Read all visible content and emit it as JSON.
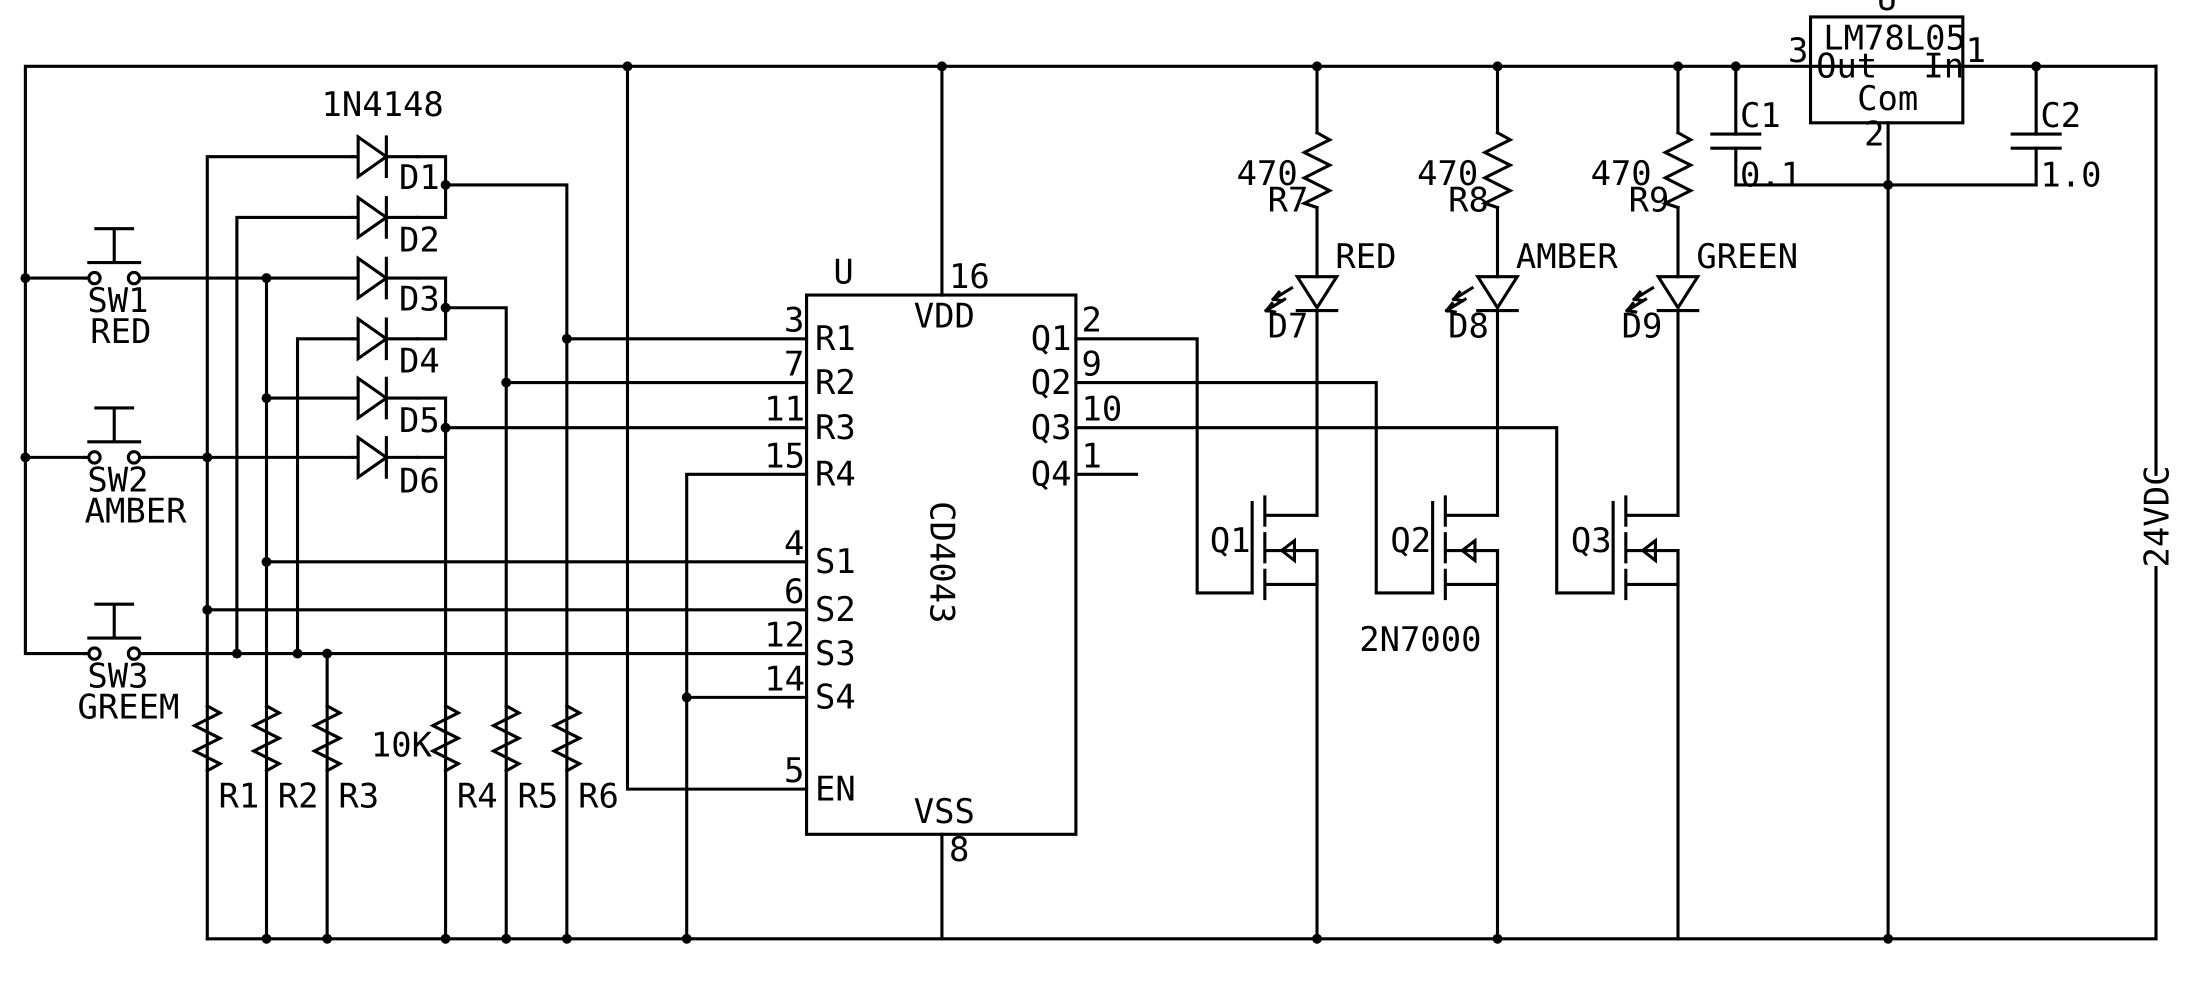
{
  "colors": {
    "ink": "#000000",
    "background": "#ffffff"
  },
  "ic": {
    "name": "CD4043",
    "ref": "U",
    "pins": {
      "vdd": {
        "label": "VDD",
        "num": "16"
      },
      "vss": {
        "label": "VSS",
        "num": "8"
      },
      "r1": {
        "label": "R1",
        "num": "3"
      },
      "r2": {
        "label": "R2",
        "num": "7"
      },
      "r3": {
        "label": "R3",
        "num": "11"
      },
      "r4": {
        "label": "R4",
        "num": "15"
      },
      "s1": {
        "label": "S1",
        "num": "4"
      },
      "s2": {
        "label": "S2",
        "num": "6"
      },
      "s3": {
        "label": "S3",
        "num": "12"
      },
      "s4": {
        "label": "S4",
        "num": "14"
      },
      "en": {
        "label": "EN",
        "num": "5"
      },
      "q1": {
        "label": "Q1",
        "num": "2"
      },
      "q2": {
        "label": "Q2",
        "num": "9"
      },
      "q3": {
        "label": "Q3",
        "num": "10"
      },
      "q4": {
        "label": "Q4",
        "num": "1"
      }
    }
  },
  "regulator": {
    "name": "LM78L05",
    "ref": "U",
    "out_label": "Out",
    "in_label": "In",
    "com_label": "Com",
    "out_pin": "3",
    "in_pin": "1",
    "com_pin": "2"
  },
  "capacitors": [
    {
      "ref": "C1",
      "value": "0.1"
    },
    {
      "ref": "C2",
      "value": "1.0"
    }
  ],
  "switches": [
    {
      "ref": "SW1",
      "label": "RED"
    },
    {
      "ref": "SW2",
      "label": "AMBER"
    },
    {
      "ref": "SW3",
      "label": "GREEM"
    }
  ],
  "diode_part": "1N4148",
  "diodes": [
    "D1",
    "D2",
    "D3",
    "D4",
    "D5",
    "D6"
  ],
  "pulldowns": [
    "R1",
    "R2",
    "R3",
    "R4",
    "R5",
    "R6"
  ],
  "pulldown_value": "10K",
  "leds": [
    {
      "ref": "D7",
      "color_label": "RED",
      "resistor": "R7",
      "value": "470"
    },
    {
      "ref": "D8",
      "color_label": "AMBER",
      "resistor": "R8",
      "value": "470"
    },
    {
      "ref": "D9",
      "color_label": "GREEN",
      "resistor": "R9",
      "value": "470"
    }
  ],
  "mosfets": [
    "Q1",
    "Q2",
    "Q3"
  ],
  "mosfet_part": "2N7000",
  "supply_label": "24VDC"
}
